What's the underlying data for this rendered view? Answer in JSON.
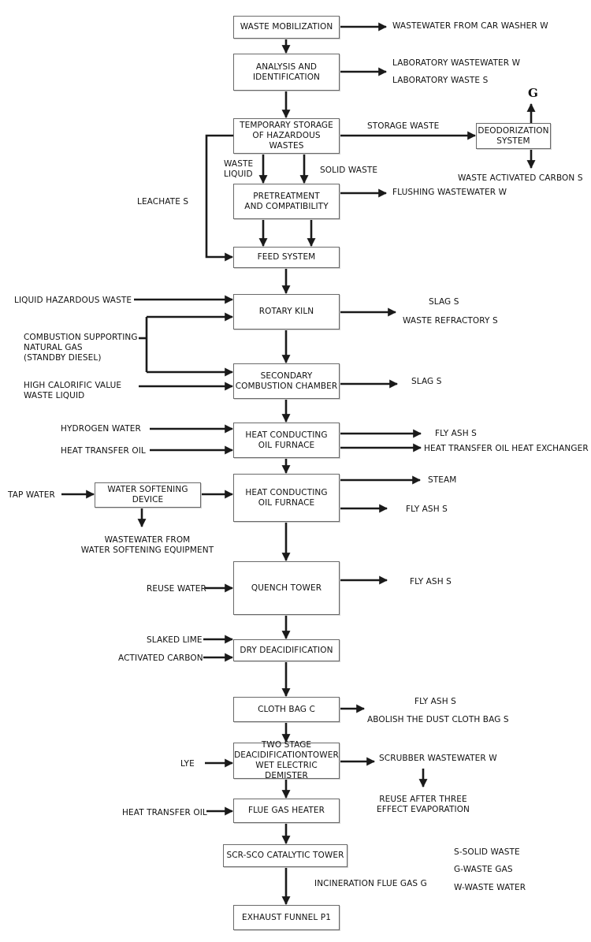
{
  "boxes": {
    "waste_mobilization": [
      "WASTE MOBILIZATION"
    ],
    "analysis": [
      "ANALYSIS AND",
      "IDENTIFICATION"
    ],
    "temp_storage": [
      "TEMPORARY STORAGE",
      "OF HAZARDOUS WASTES"
    ],
    "deodorization": [
      "DEODORIZATION",
      "SYSTEM"
    ],
    "pretreatment": [
      "PRETREATMENT",
      "AND COMPATIBILITY"
    ],
    "feed_system": [
      "FEED SYSTEM"
    ],
    "rotary_kiln": [
      "ROTARY KILN"
    ],
    "secondary_combustion": [
      "SECONDARY",
      "COMBUSTION CHAMBER"
    ],
    "heat_furnace_1": [
      "HEAT CONDUCTING",
      "OIL FURNACE"
    ],
    "water_softening": [
      "WATER SOFTENING",
      "DEVICE"
    ],
    "heat_furnace_2": [
      "HEAT CONDUCTING",
      "OIL FURNACE"
    ],
    "quench_tower": [
      "QUENCH TOWER"
    ],
    "dry_deacidification": [
      "DRY DEACIDIFICATION"
    ],
    "cloth_bag": [
      "CLOTH BAG C"
    ],
    "two_stage": [
      "TWO STAGE",
      "DEACIDIFICATIONTOWER",
      "WET ELECTRIC DEMISTER"
    ],
    "flue_gas_heater": [
      "FLUE GAS HEATER"
    ],
    "scr_sco": [
      "SCR-SCO CATALYTIC TOWER"
    ],
    "exhaust_funnel": [
      "EXHAUST FUNNEL P1"
    ]
  },
  "labels": {
    "car_washer": [
      "WASTEWATER FROM CAR WASHER W"
    ],
    "lab_wastewater": [
      "LABORATORY WASTEWATER W"
    ],
    "lab_waste": [
      "LABORATORY WASTE S"
    ],
    "g_top": [
      "G"
    ],
    "storage_waste": [
      "STORAGE WASTE"
    ],
    "waste_activated_carbon": [
      "WASTE ACTIVATED CARBON S"
    ],
    "waste_liquid": [
      "WASTE",
      "LIQUID"
    ],
    "solid_waste": [
      "SOLID WASTE"
    ],
    "leachate": [
      "LEACHATE S"
    ],
    "flushing_wastewater": [
      "FLUSHING WASTEWATER W"
    ],
    "liquid_hazardous_waste": [
      "LIQUID HAZARDOUS WASTE"
    ],
    "slag_1": [
      "SLAG S"
    ],
    "waste_refractory": [
      "WASTE REFRACTORY S"
    ],
    "combustion_supporting": [
      "COMBUSTION SUPPORTING",
      "NATURAL GAS",
      "(STANDBY DIESEL)"
    ],
    "high_calorific": [
      "HIGH CALORIFIC VALUE",
      "WASTE LIQUID"
    ],
    "slag_2": [
      "SLAG S"
    ],
    "hydrogen_water": [
      "HYDROGEN WATER"
    ],
    "heat_transfer_oil_1": [
      "HEAT TRANSFER OIL"
    ],
    "fly_ash_1": [
      "FLY ASH S"
    ],
    "heat_exchanger": [
      "HEAT TRANSFER OIL HEAT EXCHANGER"
    ],
    "tap_water": [
      "TAP WATER"
    ],
    "steam": [
      "STEAM"
    ],
    "fly_ash_2": [
      "FLY ASH S"
    ],
    "softening_wastewater": [
      "WASTEWATER FROM",
      "WATER SOFTENING EQUIPMENT"
    ],
    "reuse_water": [
      "REUSE WATER"
    ],
    "fly_ash_3": [
      "FLY ASH S"
    ],
    "slaked_lime": [
      "SLAKED LIME"
    ],
    "activated_carbon": [
      "ACTIVATED CARBON"
    ],
    "fly_ash_4": [
      "FLY ASH S"
    ],
    "abolish_bag": [
      "ABOLISH THE DUST CLOTH BAG S"
    ],
    "lye": [
      "LYE"
    ],
    "scrubber_wastewater": [
      "SCRUBBER WASTEWATER W"
    ],
    "reuse_after": [
      "REUSE AFTER THREE",
      "EFFECT EVAPORATION"
    ],
    "heat_transfer_oil_2": [
      "HEAT TRANSFER OIL"
    ],
    "incineration_flue_gas": [
      "INCINERATION FLUE GAS G"
    ],
    "legend_s": [
      "S-SOLID WASTE"
    ],
    "legend_g": [
      "G-WASTE GAS"
    ],
    "legend_w": [
      "W-WASTE WATER"
    ]
  }
}
